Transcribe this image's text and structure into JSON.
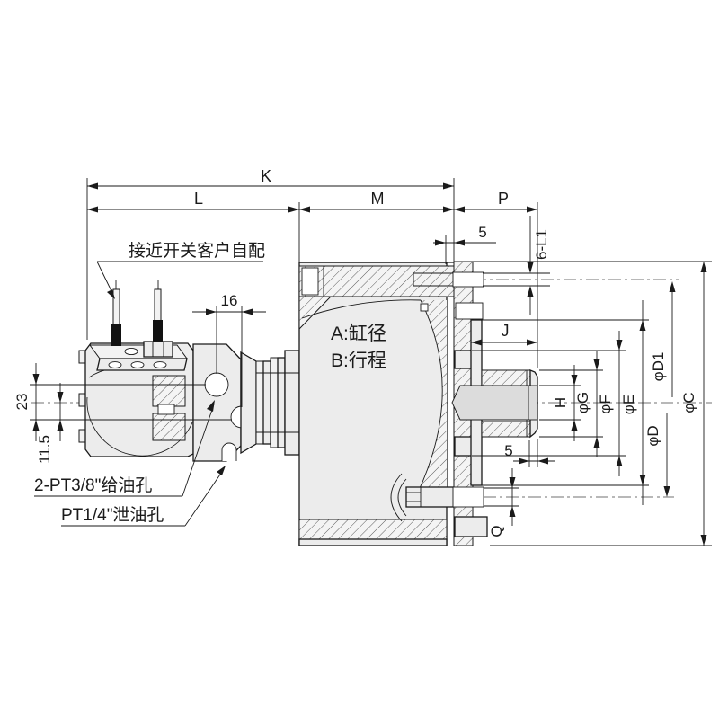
{
  "dimensions": {
    "k": "K",
    "l": "L",
    "m": "M",
    "p": "P",
    "five_top": "5",
    "six_l1": "6-L1",
    "sixteen": "16",
    "twenty_three": "23",
    "eleven_point_five": "11.5",
    "j": "J",
    "five_bottom": "5",
    "h": "H",
    "phi_g": "φG",
    "phi_f": "φF",
    "phi_e": "φE",
    "phi_d": "φD",
    "phi_d1": "φD1",
    "phi_c": "φC",
    "q": "Q"
  },
  "annotations": {
    "proximity_switch": "接近开关客户自配",
    "bore": "A:缸径",
    "stroke": "B:行程",
    "oil_supply": "2-PT3/8\"给油孔",
    "oil_drain": "PT1/4\"泄油孔"
  }
}
